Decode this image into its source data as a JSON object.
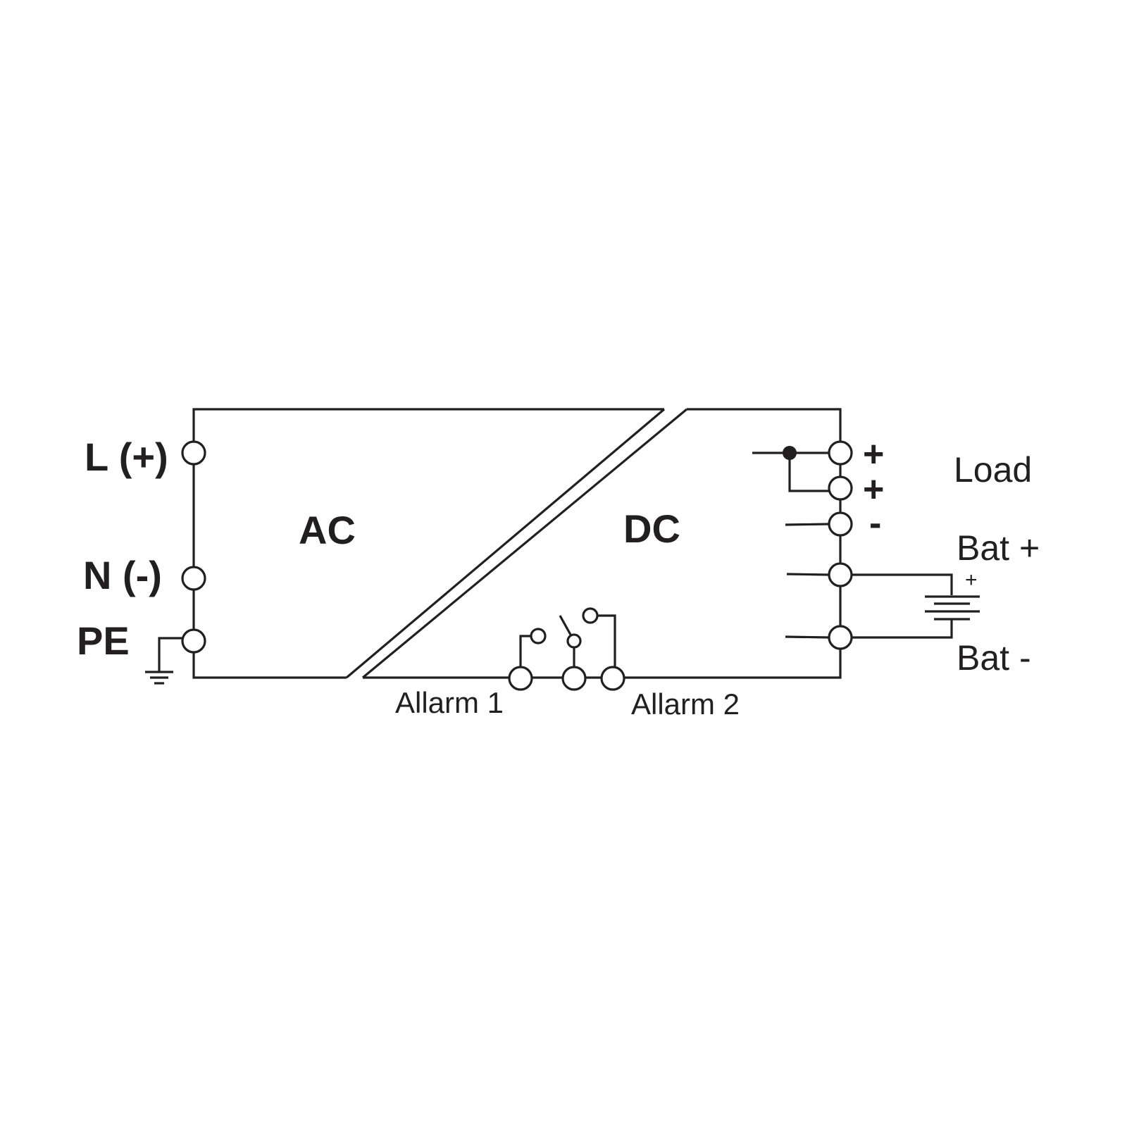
{
  "terminals_left": {
    "l_label": "L (+)",
    "n_label": "N (-)",
    "pe_label": "PE"
  },
  "sections": {
    "ac": "AC",
    "dc": "DC"
  },
  "dc_terminals": {
    "plus1": "+",
    "plus2": "+",
    "minus": "-"
  },
  "right_labels": {
    "load": "Load",
    "bat_plus": "Bat +",
    "bat_minus": "Bat -",
    "battery_polarity": "+"
  },
  "alarms": {
    "alarm1": "Allarm 1",
    "alarm2": "Allarm 2"
  },
  "colors": {
    "line": "#231f20",
    "background": "#ffffff"
  }
}
